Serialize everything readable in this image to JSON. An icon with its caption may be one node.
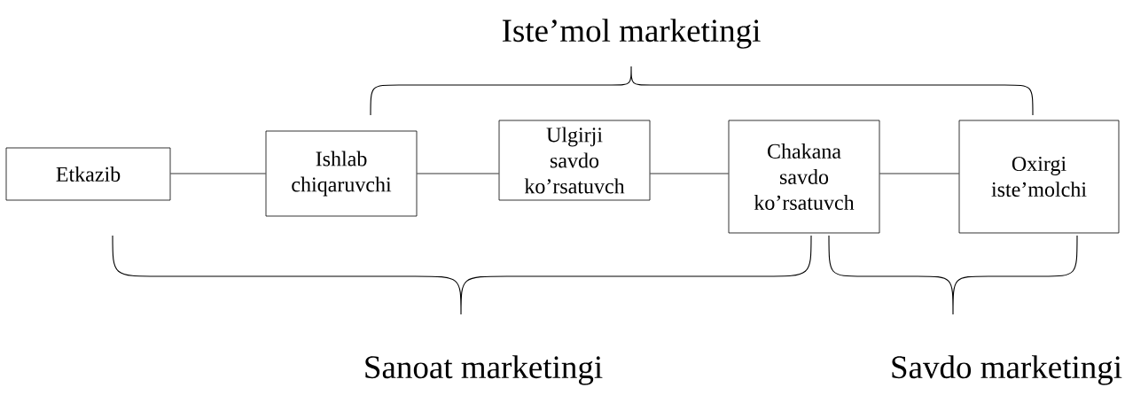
{
  "diagram": {
    "nodes": [
      {
        "text": [
          "Etkazib"
        ]
      },
      {
        "text": [
          "Ishlab chiqaruvchi"
        ]
      },
      {
        "text": [
          "Ulgirji savdo ko’rsatuvch"
        ]
      },
      {
        "text": [
          "Chakana savdo ko’rsatuvch"
        ]
      },
      {
        "text": [
          "Oxirgi iste’molchi"
        ]
      }
    ],
    "edges": [
      {
        "from": 0,
        "to": 1,
        "arrow": "none"
      },
      {
        "from": 1,
        "to": 2,
        "arrow": "none"
      },
      {
        "from": 2,
        "to": 3,
        "arrow": "none"
      },
      {
        "from": 3,
        "to": 4,
        "arrow": "none"
      }
    ],
    "labels": [
      "Iste’mol marketingi",
      "Sanoat marketingi",
      "Savdo marketingi"
    ]
  }
}
